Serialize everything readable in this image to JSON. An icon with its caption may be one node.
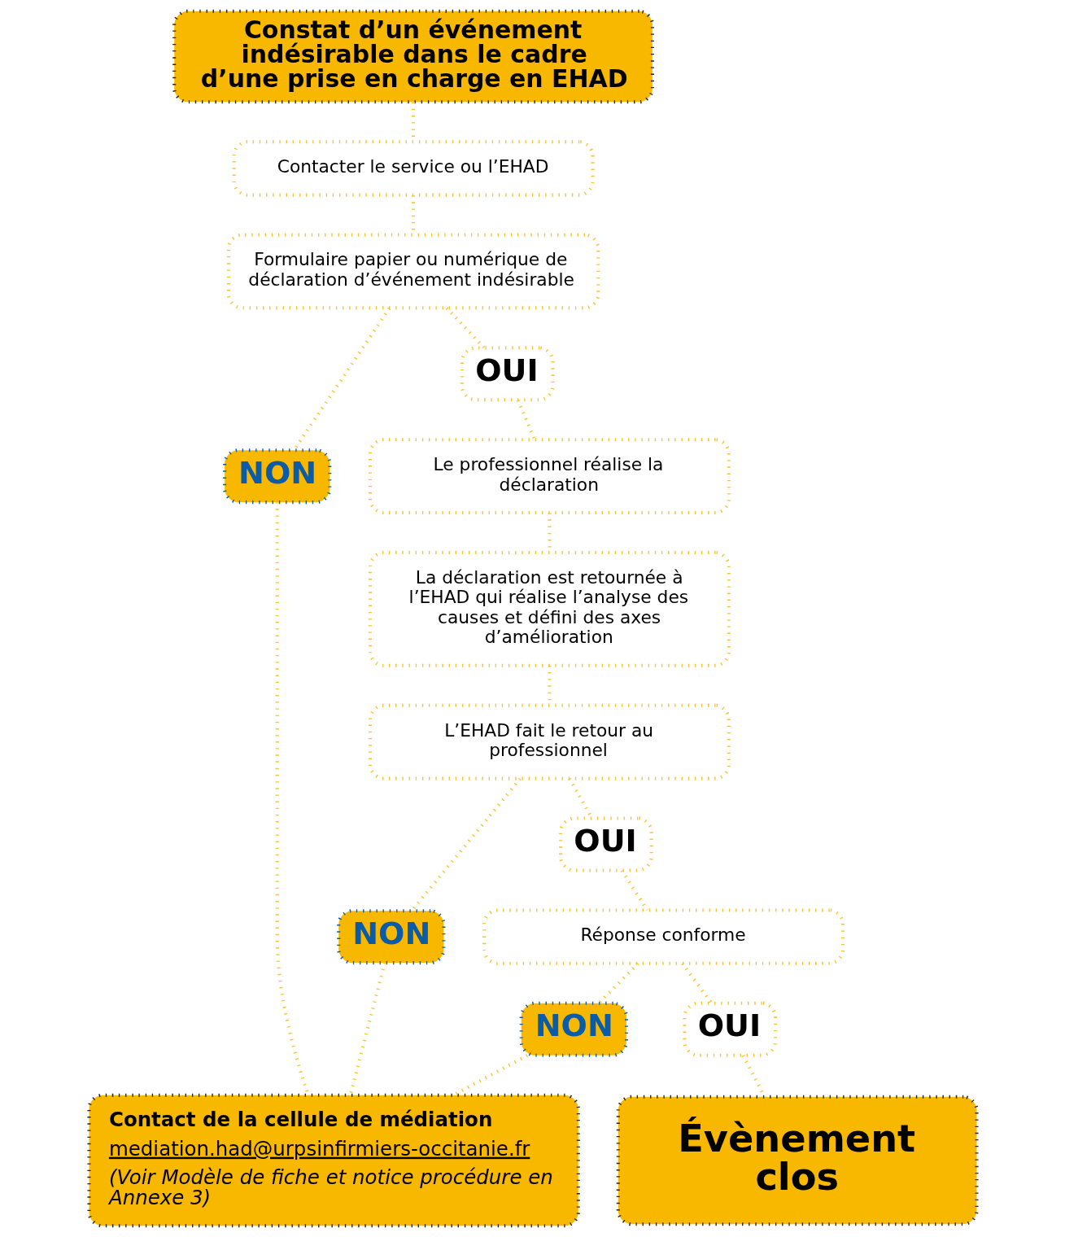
{
  "diagram": {
    "nodes": [
      {
        "text": [
          "Constat d’un événement indésirable dans le cadre d’une prise en charge en EHAD"
        ]
      },
      {
        "text": [
          "Contacter le service ou l’EHAD"
        ]
      },
      {
        "text": [
          "Formulaire papier ou numérique de déclaration d’événement indésirable"
        ]
      },
      {
        "text": [
          "NON"
        ]
      },
      {
        "text": [
          "OUI"
        ]
      },
      {
        "text": [
          "Le professionnel réalise la déclaration"
        ]
      },
      {
        "text": [
          "La déclaration est retournée à l’EHAD qui réalise l’analyse des causes et défini des axes d’amélioration"
        ]
      },
      {
        "text": [
          "L’EHAD fait le retour au professionnel"
        ]
      },
      {
        "text": [
          "Contact de la cellule de médiation",
          "mediation.had@urpsinfirmiers-occitanie.fr",
          "(Voir Modèle de fiche et notice procédure en Annexe 3)"
        ]
      },
      {
        "text": [
          "NON"
        ]
      },
      {
        "text": [
          "OUI"
        ]
      },
      {
        "text": [
          "Réponse conforme"
        ]
      },
      {
        "text": [
          "NON"
        ]
      },
      {
        "text": [
          "OUI"
        ]
      },
      {
        "text": [
          "Évènement clos"
        ]
      }
    ],
    "edges": [
      {
        "from": 0,
        "to": 1,
        "arrow": "none"
      },
      {
        "from": 1,
        "to": 2,
        "arrow": "none"
      },
      {
        "from": 2,
        "to": 3,
        "arrow": "none"
      },
      {
        "from": 2,
        "to": 4,
        "arrow": "none"
      },
      {
        "from": 4,
        "to": 5,
        "arrow": "none"
      },
      {
        "from": 5,
        "to": 6,
        "arrow": "none"
      },
      {
        "from": 6,
        "to": 7,
        "arrow": "none"
      },
      {
        "from": 7,
        "to": 9,
        "arrow": "none"
      },
      {
        "from": 7,
        "to": 10,
        "arrow": "none"
      },
      {
        "from": 3,
        "to": 8,
        "arrow": "none"
      },
      {
        "from": 9,
        "to": 8,
        "arrow": "none"
      },
      {
        "from": 10,
        "to": 11,
        "arrow": "none"
      },
      {
        "from": 11,
        "to": 12,
        "arrow": "none"
      },
      {
        "from": 11,
        "to": 13,
        "arrow": "none"
      },
      {
        "from": 12,
        "to": 8,
        "arrow": "none"
      },
      {
        "from": 13,
        "to": 14,
        "arrow": "none"
      }
    ]
  }
}
